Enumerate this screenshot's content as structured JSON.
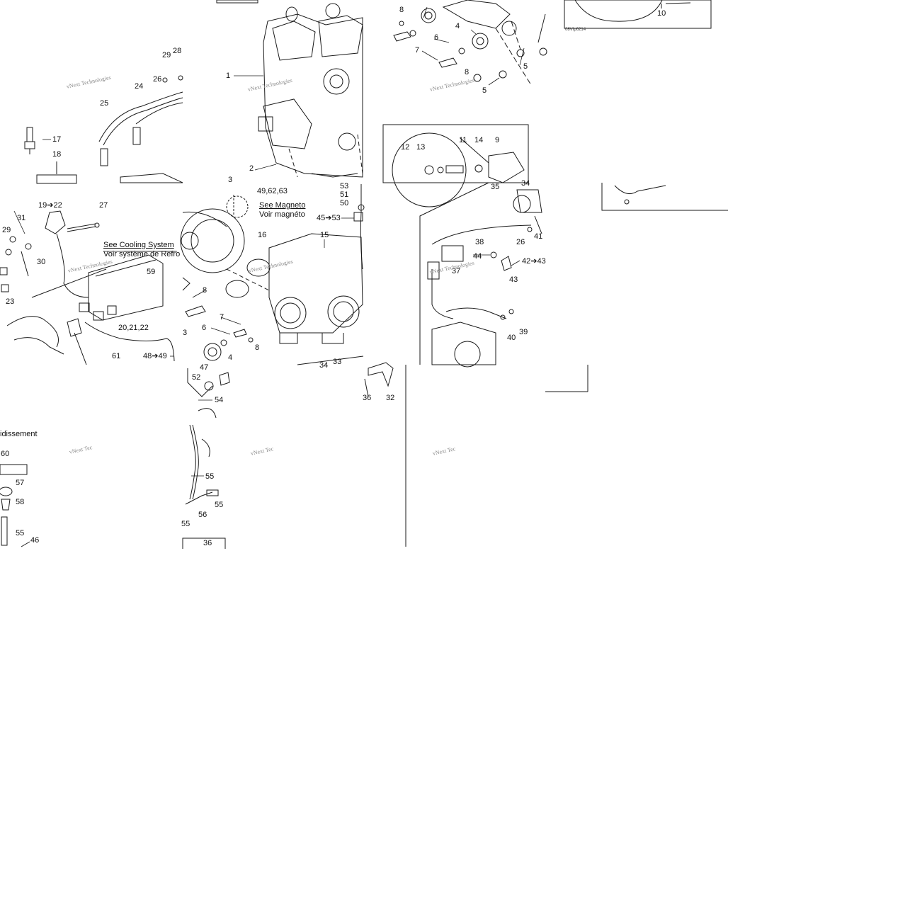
{
  "labels": [
    {
      "id": "n8a",
      "text": "8"
    },
    {
      "id": "n29a",
      "text": "29"
    },
    {
      "id": "n28",
      "text": "28"
    },
    {
      "id": "n26a",
      "text": "26"
    },
    {
      "id": "n24",
      "text": "24"
    },
    {
      "id": "n25",
      "text": "25"
    },
    {
      "id": "n17",
      "text": "17"
    },
    {
      "id": "n18",
      "text": "18"
    },
    {
      "id": "n1",
      "text": "1"
    },
    {
      "id": "n2",
      "text": "2"
    },
    {
      "id": "n3a",
      "text": "3"
    },
    {
      "id": "n49_62_63",
      "text": "49,62,63"
    },
    {
      "id": "n6a",
      "text": "6"
    },
    {
      "id": "n4a",
      "text": "4"
    },
    {
      "id": "n7a",
      "text": "7"
    },
    {
      "id": "n8b",
      "text": "8"
    },
    {
      "id": "n5a",
      "text": "5"
    },
    {
      "id": "n5b",
      "text": "5"
    },
    {
      "id": "n10",
      "text": "10"
    },
    {
      "id": "n12",
      "text": "12"
    },
    {
      "id": "n13",
      "text": "13"
    },
    {
      "id": "n11",
      "text": "11"
    },
    {
      "id": "n14",
      "text": "14"
    },
    {
      "id": "n9",
      "text": "9"
    },
    {
      "id": "n35",
      "text": "35"
    },
    {
      "id": "n34",
      "text": "34"
    },
    {
      "id": "n41",
      "text": "41"
    },
    {
      "id": "n26b",
      "text": "26"
    },
    {
      "id": "n38",
      "text": "38"
    },
    {
      "id": "n44",
      "text": "44"
    },
    {
      "id": "n42_43",
      "text": "42➔43"
    },
    {
      "id": "n37",
      "text": "37"
    },
    {
      "id": "n43",
      "text": "43"
    },
    {
      "id": "n39",
      "text": "39"
    },
    {
      "id": "n40",
      "text": "40"
    },
    {
      "id": "n19_22",
      "text": "19➔22"
    },
    {
      "id": "n27",
      "text": "27"
    },
    {
      "id": "n31",
      "text": "31"
    },
    {
      "id": "n29b",
      "text": "29"
    },
    {
      "id": "n30",
      "text": "30"
    },
    {
      "id": "n23",
      "text": "23"
    },
    {
      "id": "n59",
      "text": "59"
    },
    {
      "id": "n20_21_22",
      "text": "20,21,22"
    },
    {
      "id": "n61",
      "text": "61"
    },
    {
      "id": "n48_49",
      "text": "48➔49"
    },
    {
      "id": "n53",
      "text": "53"
    },
    {
      "id": "n51",
      "text": "51"
    },
    {
      "id": "n50",
      "text": "50"
    },
    {
      "id": "n45_53",
      "text": "45➔53"
    },
    {
      "id": "n16",
      "text": "16"
    },
    {
      "id": "n15",
      "text": "15"
    },
    {
      "id": "n8c",
      "text": "8"
    },
    {
      "id": "n7b",
      "text": "7"
    },
    {
      "id": "n3b",
      "text": "3"
    },
    {
      "id": "n6b",
      "text": "6"
    },
    {
      "id": "n8d",
      "text": "8"
    },
    {
      "id": "n4b",
      "text": "4"
    },
    {
      "id": "n47",
      "text": "47"
    },
    {
      "id": "n52",
      "text": "52"
    },
    {
      "id": "n54",
      "text": "54"
    },
    {
      "id": "n34b",
      "text": "34"
    },
    {
      "id": "n33",
      "text": "33"
    },
    {
      "id": "n36a",
      "text": "36"
    },
    {
      "id": "n32",
      "text": "32"
    },
    {
      "id": "n60",
      "text": "60"
    },
    {
      "id": "n57",
      "text": "57"
    },
    {
      "id": "n58",
      "text": "58"
    },
    {
      "id": "n55a",
      "text": "55"
    },
    {
      "id": "n46",
      "text": "46"
    },
    {
      "id": "n55b",
      "text": "55"
    },
    {
      "id": "n55c",
      "text": "55"
    },
    {
      "id": "n56",
      "text": "56"
    },
    {
      "id": "n55d",
      "text": "55"
    },
    {
      "id": "n36b",
      "text": "36"
    }
  ],
  "references": {
    "magneto_en": "See Magneto",
    "magneto_fr": "Voir magnéto",
    "cooling_en": "See Cooling System",
    "cooling_fr": "Voir système de Refro",
    "cooling_fr_tail": "idissement"
  },
  "watermark": {
    "line1": "vNext Technologies",
    "line2": "vNext Tec"
  },
  "drawing_code": "08Vfp6214",
  "colors": {
    "ink": "#1a1a1a",
    "watermark": "#8a8a8a",
    "background": "#ffffff"
  }
}
